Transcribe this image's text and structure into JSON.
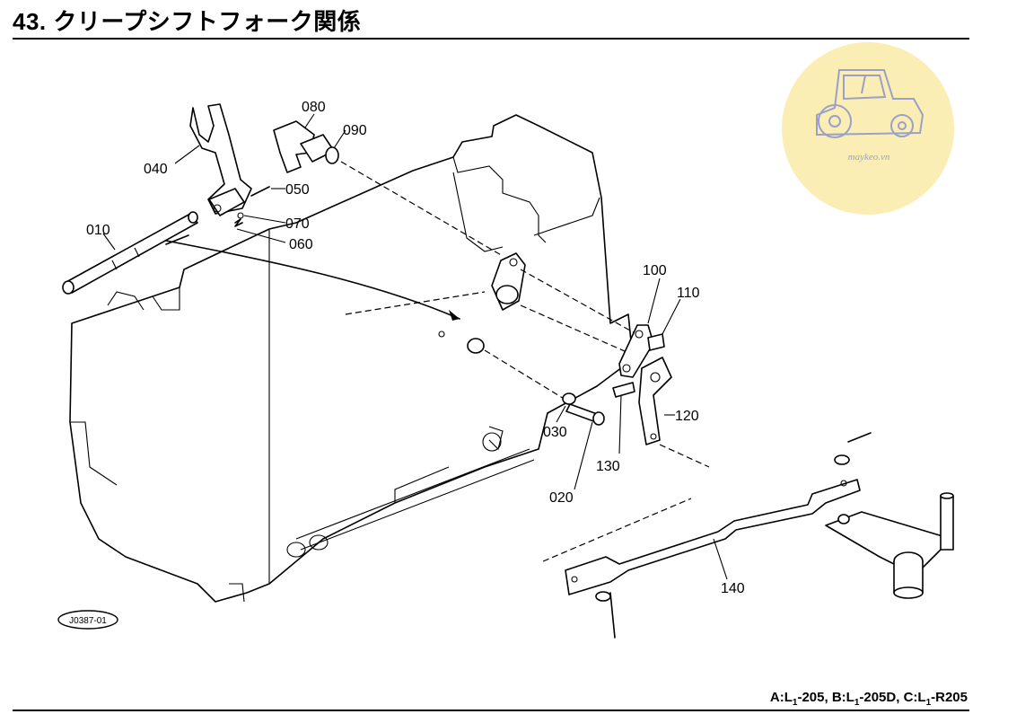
{
  "header": {
    "title": "43. クリープシフトフォーク関係"
  },
  "footer": {
    "model_a_prefix": "A:L",
    "model_a_sub": "1",
    "model_a_suffix": "-205, ",
    "model_b_prefix": "B:L",
    "model_b_sub": "1",
    "model_b_suffix": "-205D, ",
    "model_c_prefix": "C:L",
    "model_c_sub": "1",
    "model_c_suffix": "-R205"
  },
  "diagram": {
    "ref_code": "J0387-01",
    "parts": [
      {
        "id": "010"
      },
      {
        "id": "020"
      },
      {
        "id": "030"
      },
      {
        "id": "040"
      },
      {
        "id": "050"
      },
      {
        "id": "060"
      },
      {
        "id": "070"
      },
      {
        "id": "080"
      },
      {
        "id": "090"
      },
      {
        "id": "100"
      },
      {
        "id": "110"
      },
      {
        "id": "120"
      },
      {
        "id": "130"
      },
      {
        "id": "140"
      }
    ]
  },
  "watermark": {
    "text": "maykeo.vn",
    "icon": "tractor-icon",
    "color": "#fbeeb4"
  }
}
